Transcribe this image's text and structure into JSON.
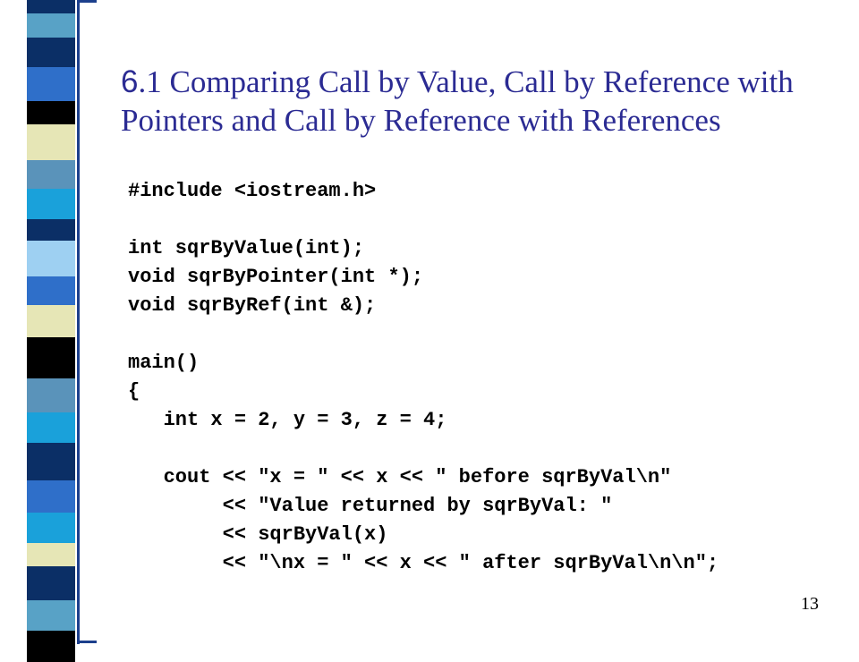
{
  "slide": {
    "title_number": "6",
    "title_rest": ".1 Comparing Call by Value, Call by Reference with Pointers and Call by Reference with References",
    "page_number": "13",
    "accent_color": "#2b2b93"
  },
  "code": {
    "lines": [
      "#include <iostream.h>",
      "",
      "int sqrByValue(int);",
      "void sqrByPointer(int *);",
      "void sqrByRef(int &);",
      "",
      "main()",
      "{",
      "   int x = 2, y = 3, z = 4;",
      "",
      "   cout << \"x = \" << x << \" before sqrByVal\\n\"",
      "        << \"Value returned by sqrByVal: \"",
      "        << sqrByVal(x)",
      "        << \"\\nx = \" << x << \" after sqrByVal\\n\\n\";"
    ]
  },
  "decoration": {
    "stripe_colors": [
      "#0b2f66",
      "#58a2c6",
      "#0b2f66",
      "#2f6fc9",
      "#000000",
      "#e6e6b6",
      "#5a93ba",
      "#1aa1da",
      "#0b2f66",
      "#9ed0f2",
      "#2f6fc9",
      "#e6e6b6",
      "#000000",
      "#5a93ba",
      "#1aa1da",
      "#0b2f66",
      "#2f6fc9",
      "#1aa1da",
      "#e6e6b6",
      "#0b2f66",
      "#58a2c6",
      "#000000"
    ]
  }
}
